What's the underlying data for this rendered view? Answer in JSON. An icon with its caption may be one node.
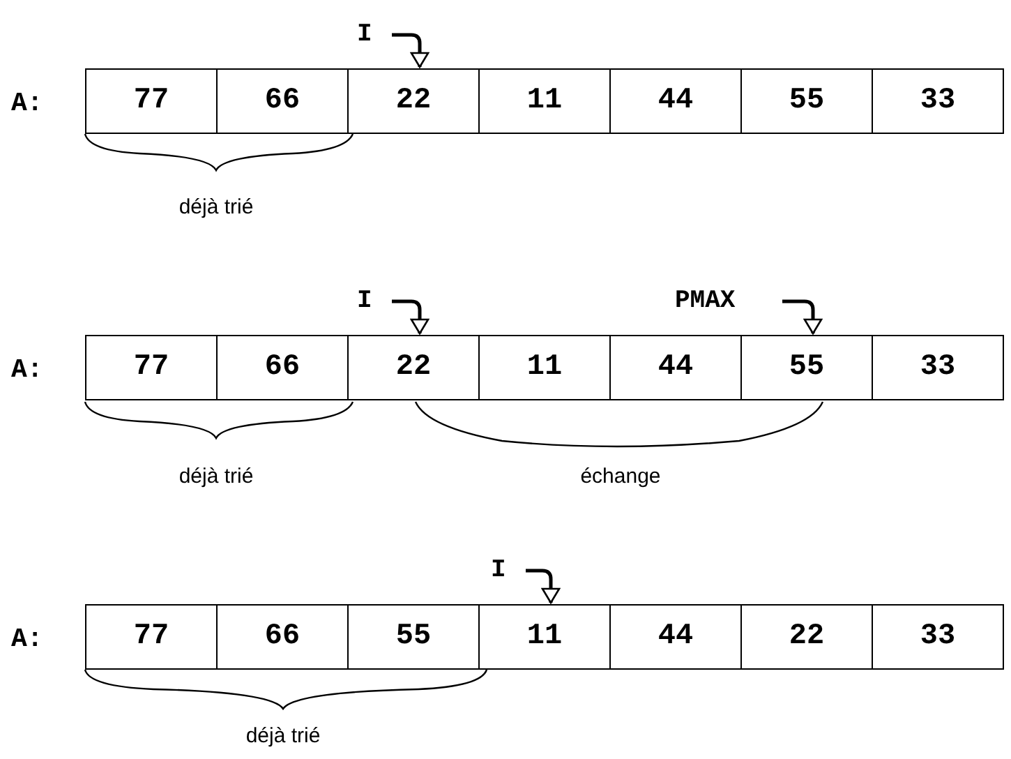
{
  "diagram": {
    "nodes": [
      {
        "text": [
          "I"
        ]
      },
      {
        "text": [
          "77"
        ]
      },
      {
        "text": [
          "66"
        ]
      },
      {
        "text": [
          "22"
        ]
      },
      {
        "text": [
          "11"
        ]
      },
      {
        "text": [
          "44"
        ]
      },
      {
        "text": [
          "55"
        ]
      },
      {
        "text": [
          "33"
        ]
      },
      {
        "text": [
          "I"
        ]
      },
      {
        "text": [
          "PMAX"
        ]
      },
      {
        "text": [
          "77"
        ]
      },
      {
        "text": [
          "66"
        ]
      },
      {
        "text": [
          "22"
        ]
      },
      {
        "text": [
          "11"
        ]
      },
      {
        "text": [
          "44"
        ]
      },
      {
        "text": [
          "55"
        ]
      },
      {
        "text": [
          "33"
        ]
      },
      {
        "text": [
          "I"
        ]
      },
      {
        "text": [
          "77"
        ]
      },
      {
        "text": [
          "66"
        ]
      },
      {
        "text": [
          "55"
        ]
      },
      {
        "text": [
          "11"
        ]
      },
      {
        "text": [
          "44"
        ]
      },
      {
        "text": [
          "22"
        ]
      },
      {
        "text": [
          "33"
        ]
      }
    ],
    "edges": [
      {
        "from": 0,
        "to": 3,
        "arrow": "to"
      },
      {
        "from": 8,
        "to": 12,
        "arrow": "to"
      },
      {
        "from": 9,
        "to": 15,
        "arrow": "to"
      },
      {
        "from": 17,
        "to": 21,
        "arrow": "to"
      }
    ],
    "labels": [
      "A:",
      "déjà trié",
      "A:",
      "déjà trié",
      "échange",
      "A:",
      "déjà trié"
    ]
  }
}
